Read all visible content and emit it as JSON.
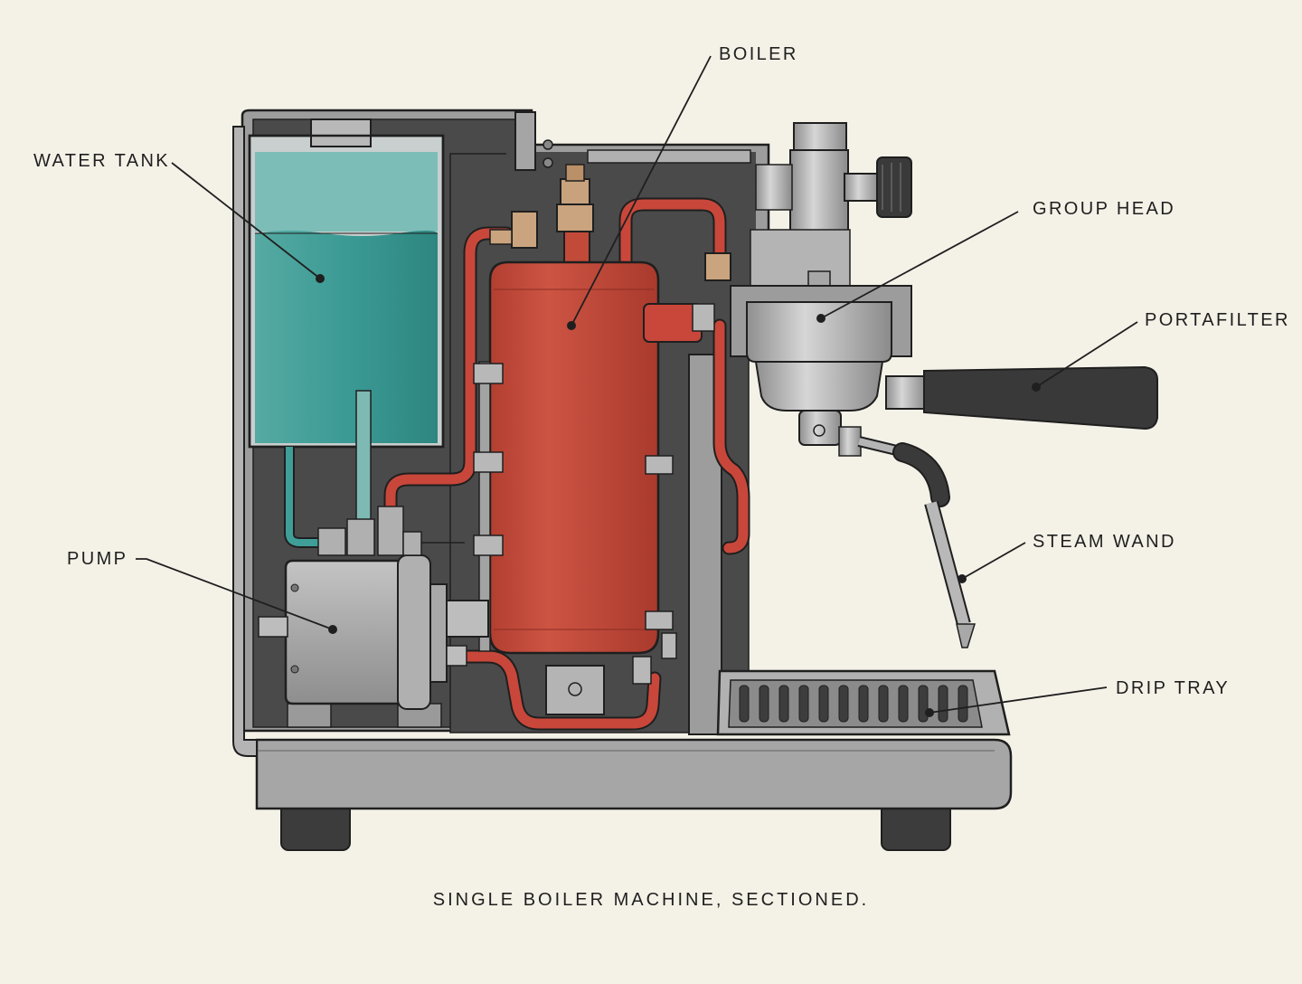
{
  "diagram": {
    "caption": "SINGLE BOILER MACHINE, SECTIONED.",
    "labels": {
      "boiler": "BOILER",
      "water_tank": "WATER TANK",
      "group_head": "GROUP HEAD",
      "portafilter": "PORTAFILTER",
      "pump": "PUMP",
      "steam_wand": "STEAM WAND",
      "drip_tray": "DRIP TRAY"
    }
  },
  "colors": {
    "background": "#f4f1e7",
    "housing": "#9a9a9a",
    "interior": "#4a4a4a",
    "water": "#3f9e98",
    "boiler": "#c24a39",
    "metal": "#b9b9b9",
    "handle": "#3a3a3a",
    "line": "#1f1f1f"
  }
}
